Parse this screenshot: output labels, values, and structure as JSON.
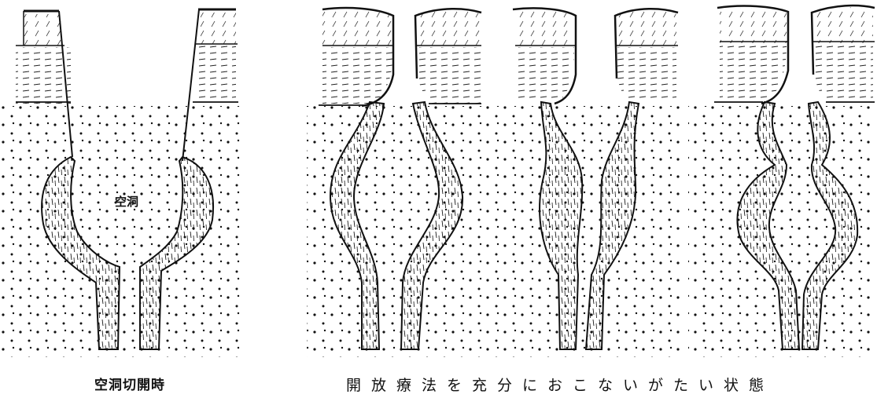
{
  "figure": {
    "cavity_label": "空洞",
    "caption_left": "空洞切開時",
    "caption_right": "開放療法を充分におこないがたい状態"
  },
  "colors": {
    "ink": "#111111",
    "background": "#ffffff"
  }
}
